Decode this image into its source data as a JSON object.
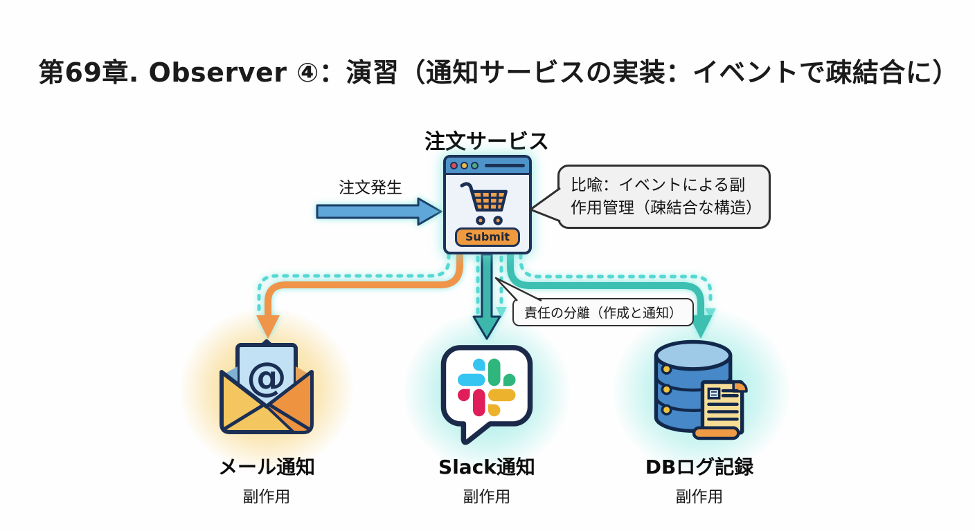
{
  "title": "第69章. Observer ④：演習（通知サービスの実装：イベントで疎結合に）",
  "order_service": {
    "label": "注文サービス",
    "submit_label": "Submit",
    "icon": "shopping-cart-icon"
  },
  "event_arrow": {
    "label": "注文発生"
  },
  "callouts": {
    "metaphor": "比喩：イベントによる副作用管理（疎結合な構造）",
    "separation": "責任の分離（作成と通知）"
  },
  "services": [
    {
      "name": "メール通知",
      "sub": "副作用",
      "icon": "email-icon"
    },
    {
      "name": "Slack通知",
      "sub": "副作用",
      "icon": "slack-icon"
    },
    {
      "name": "DBログ記録",
      "sub": "副作用",
      "icon": "database-icon"
    }
  ],
  "colors": {
    "outline_navy": "#1c3257",
    "arrow_blue": "#5ea7d8",
    "orange": "#f09a3e",
    "teal": "#3dbfb2",
    "dash_cyan": "#55d8d2",
    "glow_cyan": "#7ce6e0",
    "glow_warm": "#f7d788",
    "slack_blue": "#36c5f0",
    "slack_green": "#2eb67d",
    "slack_red": "#e01e5a",
    "slack_yellow": "#ecb22e"
  }
}
